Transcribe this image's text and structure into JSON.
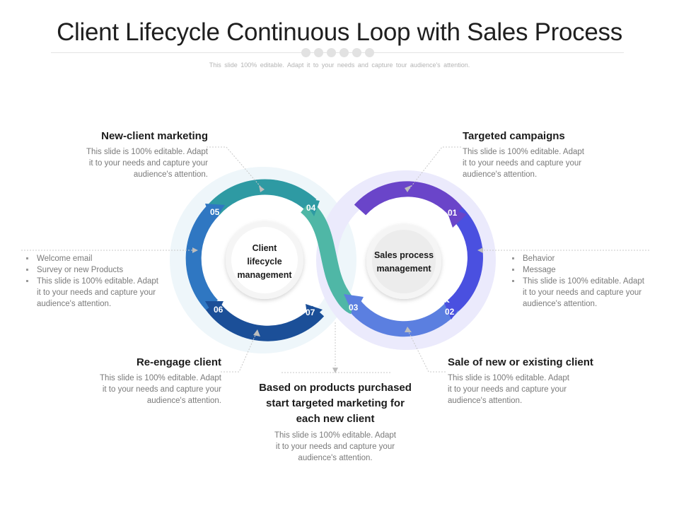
{
  "title": "Client Lifecycle Continuous Loop with Sales Process",
  "subtitle": "This slide 100% editable. Adapt it to your needs and capture tour audience's attention.",
  "center_left": [
    "Client",
    "lifecycle",
    "management"
  ],
  "center_right": [
    "Sales process",
    "management"
  ],
  "steps": {
    "s01": "01",
    "s02": "02",
    "s03": "03",
    "s04": "04",
    "s05": "05",
    "s06": "06",
    "s07": "07"
  },
  "blocks": {
    "new_client": {
      "title": "New-client marketing",
      "desc": [
        "This slide is 100% editable. Adapt",
        "it to your needs and capture your",
        "audience's attention."
      ]
    },
    "targeted": {
      "title": "Targeted campaigns",
      "desc": [
        "This slide is 100% editable. Adapt",
        "it to your needs and capture your",
        "audience's attention."
      ]
    },
    "reengage": {
      "title": "Re-engage client",
      "desc": [
        "This slide is 100% editable. Adapt",
        "it to your needs and capture your",
        "audience's attention."
      ]
    },
    "sale": {
      "title": "Sale of new or existing client",
      "desc": [
        "This slide is 100% editable. Adapt",
        "it to your needs and capture your",
        "audience's attention."
      ]
    },
    "based": {
      "title": [
        "Based on products purchased",
        "start targeted marketing for",
        "each new client"
      ],
      "desc": [
        "This slide is 100% editable. Adapt",
        "it to your needs and capture your",
        "audience's attention."
      ]
    }
  },
  "left_list": [
    "Welcome email",
    "Survey or new Products",
    "This slide is 100% editable. Adapt",
    "it to your needs and capture your",
    "audience's attention."
  ],
  "right_list": [
    "Behavior",
    "Message",
    "This slide is 100% editable. Adapt",
    "it to your needs and capture your",
    "audience's attention."
  ],
  "colors": {
    "teal": "#2e9aa3",
    "teal_light": "#4fb7a6",
    "blue_mid": "#2f77c2",
    "navy": "#1b4f98",
    "purple": "#6a45c9",
    "indigo": "#4a50e0",
    "periwinkle": "#5b7fe0",
    "halo_left": "#eef6fa",
    "halo_right": "#ebeafc"
  }
}
